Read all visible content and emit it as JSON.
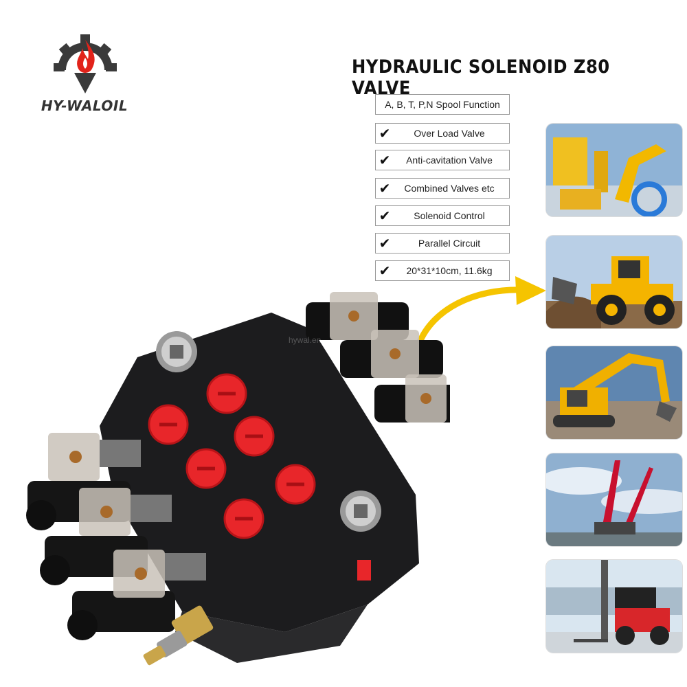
{
  "brand": {
    "logo_text": "HY-WALOIL"
  },
  "title": "HYDRAULIC SOLENOID Z80 VALVE",
  "features": [
    {
      "label": "A, B, T, P,N Spool Function",
      "checked": false
    },
    {
      "label": "Over Load Valve",
      "checked": true
    },
    {
      "label": "Anti-cavitation Valve",
      "checked": true
    },
    {
      "label": "Combined Valves etc",
      "checked": true
    },
    {
      "label": "Solenoid Control",
      "checked": true
    },
    {
      "label": "Parallel Circuit",
      "checked": true
    },
    {
      "label": "20*31*10cm, 11.6kg",
      "checked": true
    }
  ],
  "watermark": "hywal.en",
  "applications": [
    "robotic-arms-photo",
    "wheel-loader-photo",
    "excavator-photo",
    "crawler-crane-photo",
    "forklift-photo"
  ],
  "colors": {
    "brand_red": "#e2231a",
    "cap_red": "#e8262a",
    "valve_body": "#1c1c1e",
    "arrow_yellow": "#f5c400"
  }
}
